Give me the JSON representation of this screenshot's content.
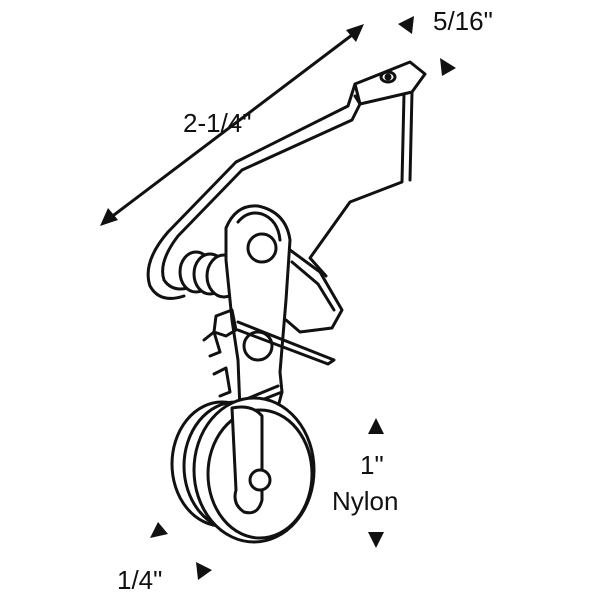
{
  "dimensions": {
    "bracket_length": "2-1/4\"",
    "tab_width": "5/16\"",
    "wheel_diameter": "1\"",
    "wheel_material": "Nylon",
    "wheel_width": "1/4\""
  },
  "colors": {
    "line": "#111111",
    "background": "#ffffff"
  }
}
